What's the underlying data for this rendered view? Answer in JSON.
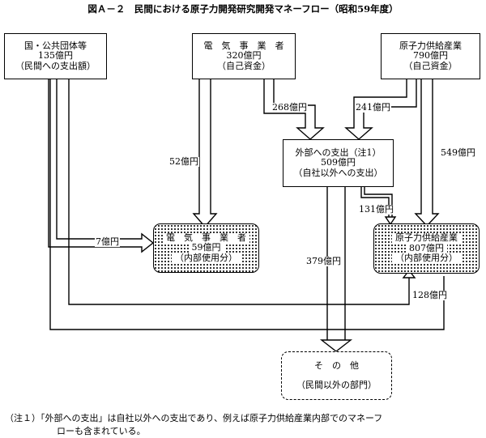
{
  "title": "図Ａ－２　民間における原子力開発研究開発マネーフロー（昭和59年度）",
  "nodes": {
    "gov": {
      "line1": "国・公共団体等",
      "line2": "135億円",
      "line3": "（民間への支出額）"
    },
    "electric": {
      "line1": "電　気　事　業　者",
      "line2": "320億円",
      "line3": "（自己資金）"
    },
    "nuclear": {
      "line1": "原子力供給産業",
      "line2": "790億円",
      "line3": "（自己資金）"
    },
    "external": {
      "line1": "外部への支出（注1）",
      "line2": "509億円",
      "line3": "（自社以外への支出）"
    },
    "electric_internal": {
      "line1": "電　気　事　業　者",
      "line2": "59億円",
      "line3": "（内部使用分）"
    },
    "nuclear_internal": {
      "line1": "原子力供給産業",
      "line2": "807億円",
      "line3": "（内部使用分）"
    },
    "other": {
      "line1": "そ　の　他",
      "line2": "（民間以外の部門）"
    }
  },
  "flows": {
    "electric_to_external": "268億円",
    "nuclear_to_external": "241億円",
    "electric_to_internal": "52億円",
    "nuclear_to_internal": "549億円",
    "external_to_nuclear_internal": "131億円",
    "gov_to_electric_internal": "7億円",
    "external_to_other": "379億円",
    "gov_to_nuclear_internal": "128億円"
  },
  "footnote": {
    "line1": "（注１）「外部への支出」は自社以外への支出であり、例えば原子力供給産業内部でのマネーフ",
    "line2": "ローも含まれている。"
  }
}
